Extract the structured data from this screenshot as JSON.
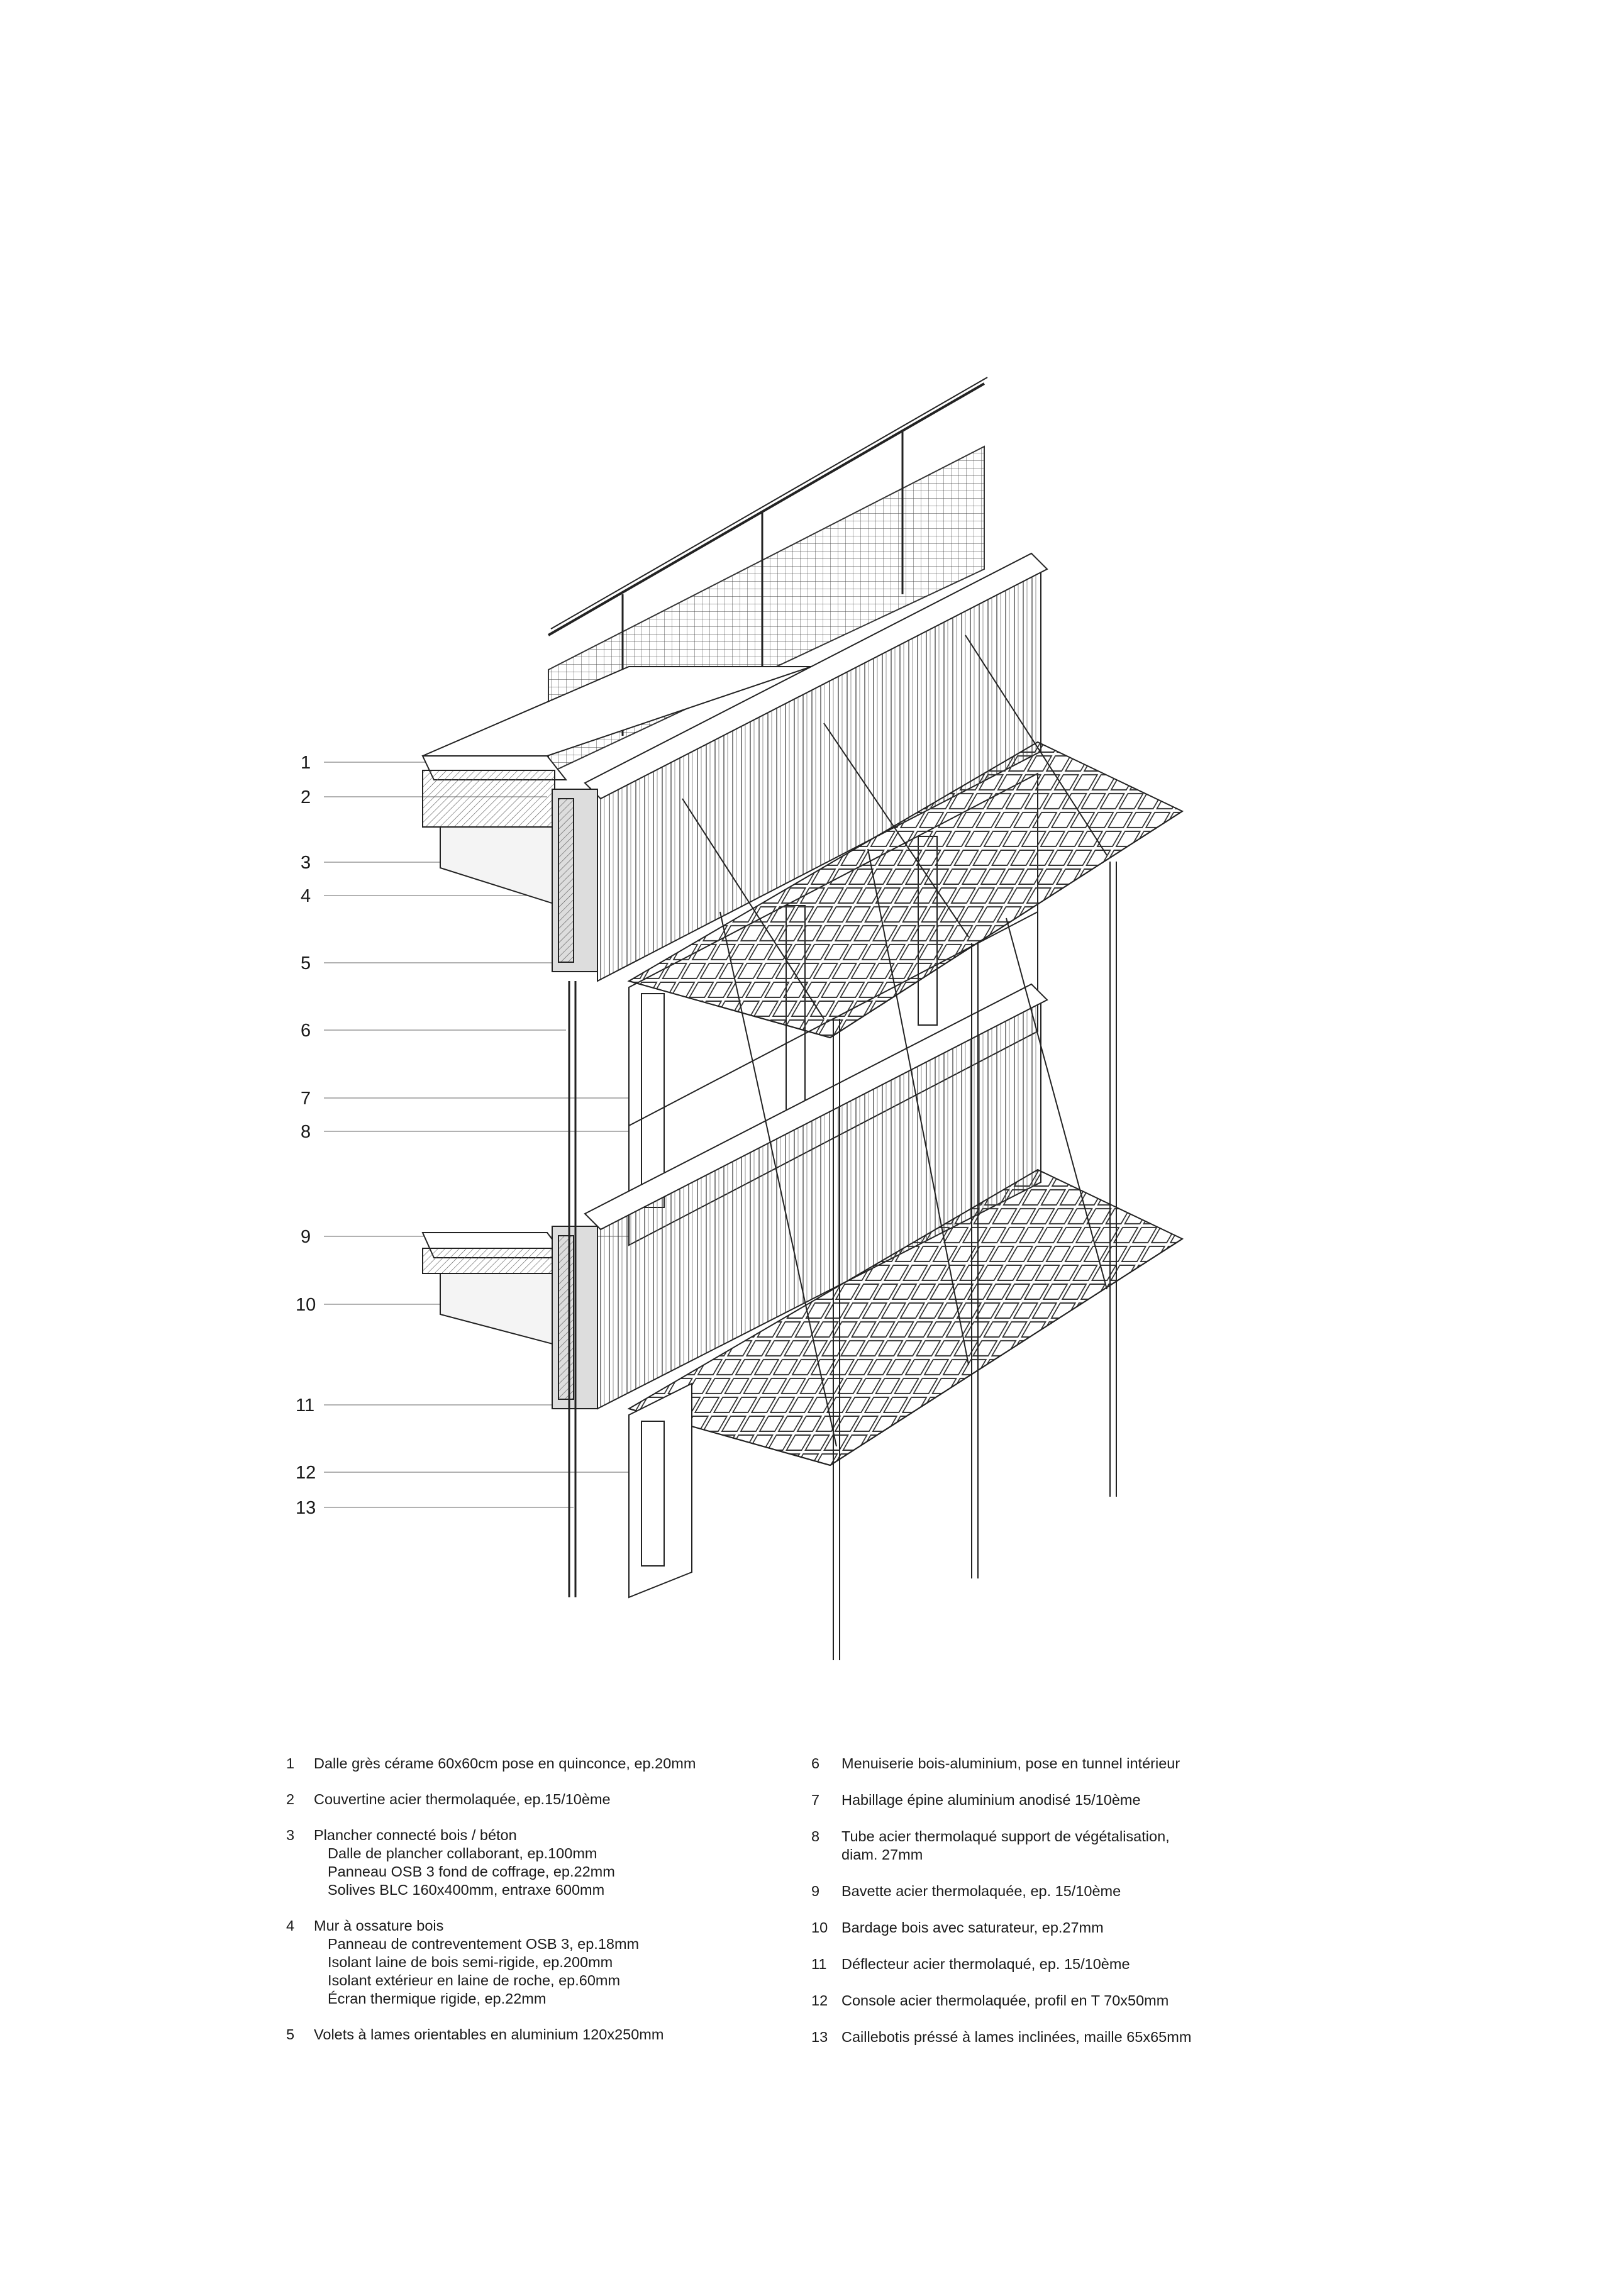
{
  "callouts": [
    "1",
    "2",
    "3",
    "4",
    "5",
    "6",
    "7",
    "8",
    "9",
    "10",
    "11",
    "12",
    "13"
  ],
  "legend": {
    "left": [
      {
        "num": "1",
        "title": "Dalle grès cérame 60x60cm pose en quinconce, ep.20mm",
        "sub": []
      },
      {
        "num": "2",
        "title": "Couvertine acier thermolaquée, ep.15/10ème",
        "sub": []
      },
      {
        "num": "3",
        "title": "Plancher connecté bois / béton",
        "sub": [
          "Dalle de plancher collaborant, ep.100mm",
          "Panneau OSB 3 fond de coffrage, ep.22mm",
          "Solives BLC 160x400mm, entraxe 600mm"
        ]
      },
      {
        "num": "4",
        "title": "Mur à ossature bois",
        "sub": [
          "Panneau de contreventement OSB 3, ep.18mm",
          "Isolant laine de bois semi-rigide, ep.200mm",
          "Isolant extérieur en laine de roche, ep.60mm",
          "Écran thermique rigide, ep.22mm"
        ]
      },
      {
        "num": "5",
        "title": "Volets à lames orientables en aluminium 120x250mm",
        "sub": []
      }
    ],
    "right": [
      {
        "num": "6",
        "lines": [
          "Menuiserie bois-aluminium, pose en tunnel intérieur"
        ]
      },
      {
        "num": "7",
        "lines": [
          "Habillage épine aluminium anodisé 15/10ème"
        ]
      },
      {
        "num": "8",
        "lines": [
          "Tube acier thermolaqué support de végétalisation,",
          "diam. 27mm"
        ]
      },
      {
        "num": "9",
        "lines": [
          "Bavette acier thermolaquée, ep. 15/10ème"
        ]
      },
      {
        "num": "10",
        "lines": [
          "Bardage bois avec saturateur, ep.27mm"
        ]
      },
      {
        "num": "11",
        "lines": [
          "Déflecteur acier thermolaqué, ep. 15/10ème"
        ]
      },
      {
        "num": "12",
        "lines": [
          "Console acier thermolaquée, profil en T 70x50mm"
        ]
      },
      {
        "num": "13",
        "lines": [
          "Caillebotis préssé à lames inclinées, maille 65x65mm"
        ]
      }
    ]
  }
}
